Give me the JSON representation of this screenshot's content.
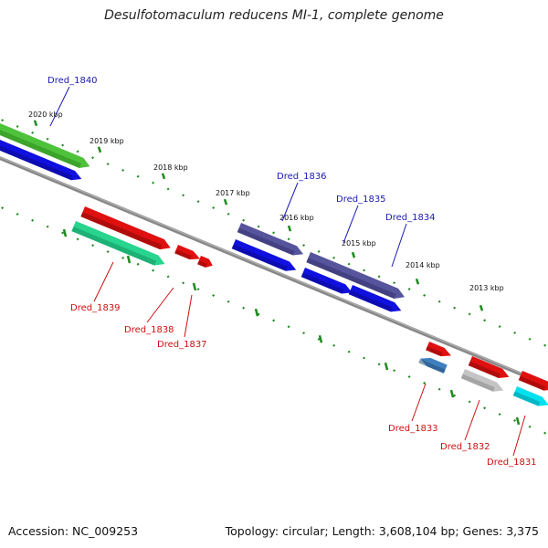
{
  "title": "Desulfotomaculum reducens MI-1, complete genome",
  "footer": {
    "accession": "Accession: NC_009253",
    "topology": "Topology: circular; Length: 3,608,104 bp; Genes: 3,375"
  },
  "colors": {
    "forward_label": "#1a1ab4",
    "reverse_label": "#cc1111",
    "backbone": "#7f7f7f",
    "tick_green": "#1f8a1f"
  },
  "scale_ticks": [
    {
      "label": "2020 kbp"
    },
    {
      "label": "2019 kbp"
    },
    {
      "label": "2018 kbp"
    },
    {
      "label": "2017 kbp"
    },
    {
      "label": "2016 kbp"
    },
    {
      "label": "2015 kbp"
    },
    {
      "label": "2014 kbp"
    },
    {
      "label": "2013 kbp"
    }
  ],
  "labels": {
    "forward": [
      "Dred_1840",
      "Dred_1836",
      "Dred_1835",
      "Dred_1834"
    ],
    "reverse": [
      "Dred_1839",
      "Dred_1838",
      "Dred_1837",
      "Dred_1833",
      "Dred_1832",
      "Dred_1831"
    ]
  }
}
